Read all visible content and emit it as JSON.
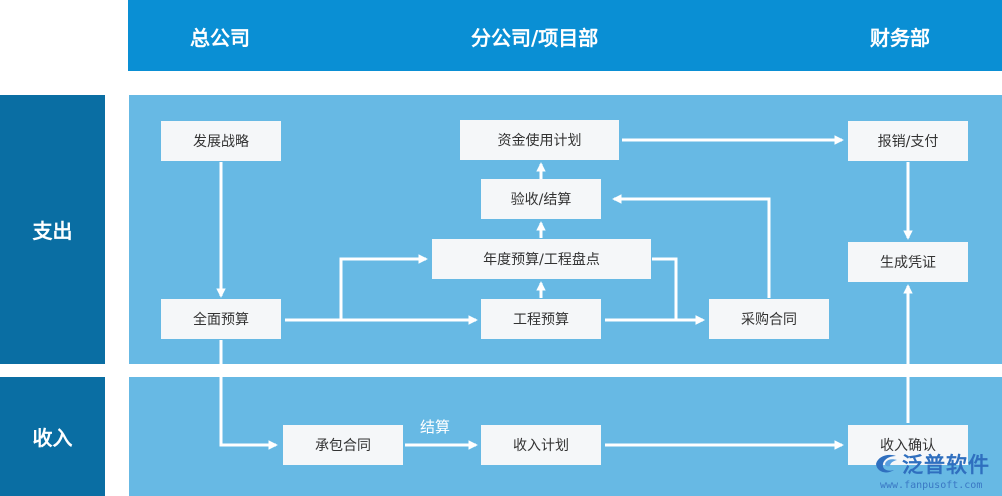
{
  "header": {
    "col_hq": "总公司",
    "col_branch": "分公司/项目部",
    "col_finance": "财务部"
  },
  "rows": {
    "expense": "支出",
    "income": "收入"
  },
  "nodes": {
    "strategy": "发展战略",
    "full_budget": "全面预算",
    "fund_plan": "资金使用计划",
    "acceptance": "验收/结算",
    "annual_budget": "年度预算/工程盘点",
    "project_budget": "工程预算",
    "purchase_contract": "采购合同",
    "reimburse": "报销/支付",
    "voucher": "生成凭证",
    "subcontract": "承包合同",
    "income_plan": "收入计划",
    "income_confirm": "收入确认"
  },
  "edge_labels": {
    "settlement": "结算"
  },
  "logo": {
    "name": "泛普软件",
    "url": "www.fanpusoft.com"
  },
  "colors": {
    "header": "#0a8fd4",
    "row_label": "#0a6ea3",
    "panel": "#67b9e4",
    "node": "#f5f7f9",
    "arrow": "#ffffff"
  }
}
